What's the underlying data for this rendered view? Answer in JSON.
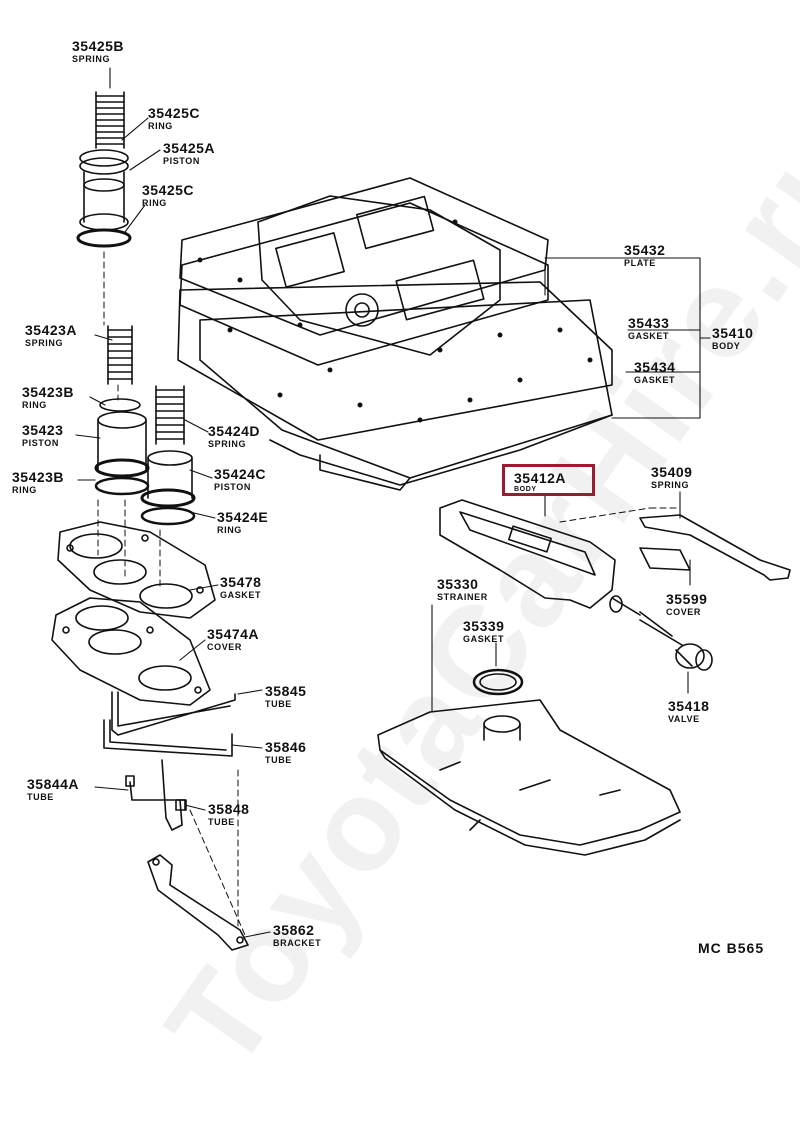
{
  "watermark": "ToyotaCarHire.ru",
  "diagram_code": "MC B565",
  "highlight_color": "#9b1b33",
  "labels": {
    "l35425B": {
      "pn": "35425B",
      "name": "SPRING"
    },
    "l35425C_top": {
      "pn": "35425C",
      "name": "RING"
    },
    "l35425A": {
      "pn": "35425A",
      "name": "PISTON"
    },
    "l35425C_bot": {
      "pn": "35425C",
      "name": "RING"
    },
    "l35423A": {
      "pn": "35423A",
      "name": "SPRING"
    },
    "l35423B_top": {
      "pn": "35423B",
      "name": "RING"
    },
    "l35423": {
      "pn": "35423",
      "name": "PISTON"
    },
    "l35424D": {
      "pn": "35424D",
      "name": "SPRING"
    },
    "l35423B_bot": {
      "pn": "35423B",
      "name": "RING"
    },
    "l35424C": {
      "pn": "35424C",
      "name": "PISTON"
    },
    "l35424E": {
      "pn": "35424E",
      "name": "RING"
    },
    "l35478": {
      "pn": "35478",
      "name": "GASKET"
    },
    "l35474A": {
      "pn": "35474A",
      "name": "COVER"
    },
    "l35845": {
      "pn": "35845",
      "name": "TUBE"
    },
    "l35846": {
      "pn": "35846",
      "name": "TUBE"
    },
    "l35844A": {
      "pn": "35844A",
      "name": "TUBE"
    },
    "l35848": {
      "pn": "35848",
      "name": "TUBE"
    },
    "l35862": {
      "pn": "35862",
      "name": "BRACKET"
    },
    "l35432": {
      "pn": "35432",
      "name": "PLATE"
    },
    "l35433": {
      "pn": "35433",
      "name": "GASKET"
    },
    "l35434": {
      "pn": "35434",
      "name": "GASKET"
    },
    "l35410": {
      "pn": "35410",
      "name": "BODY"
    },
    "l35412A": {
      "pn": "35412A",
      "name": "BODY"
    },
    "l35409": {
      "pn": "35409",
      "name": "SPRING"
    },
    "l35599": {
      "pn": "35599",
      "name": "COVER"
    },
    "l35330": {
      "pn": "35330",
      "name": "STRAINER"
    },
    "l35339": {
      "pn": "35339",
      "name": "GASKET"
    },
    "l35418": {
      "pn": "35418",
      "name": "VALVE"
    }
  }
}
